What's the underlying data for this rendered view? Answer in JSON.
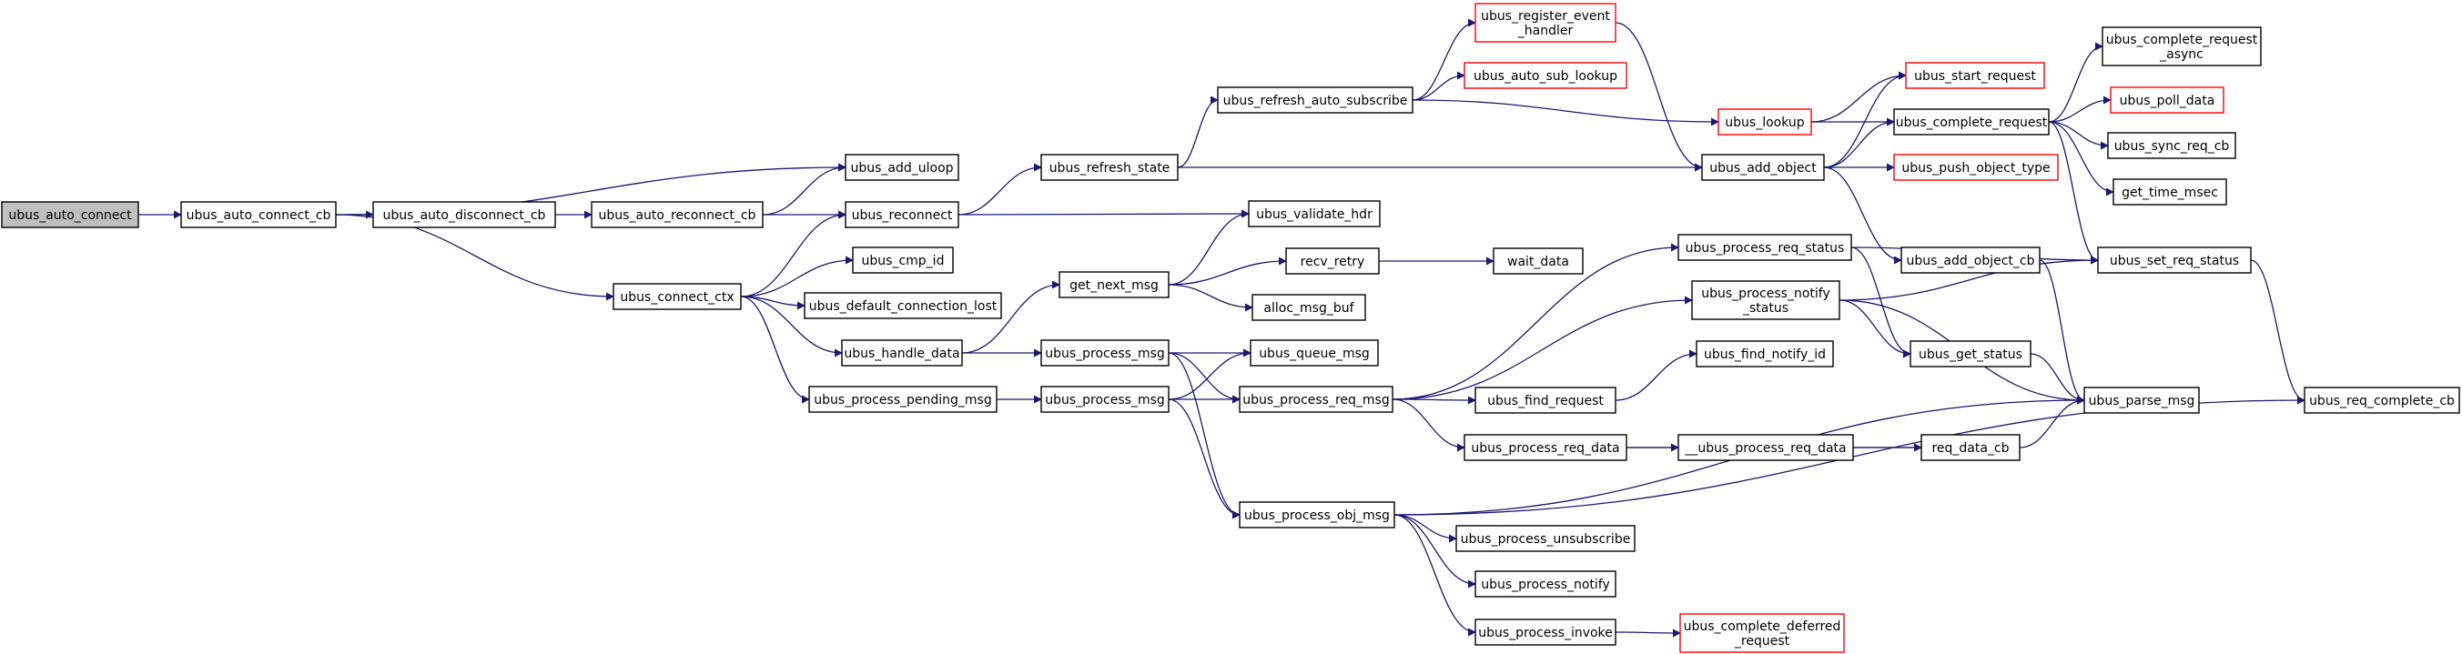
{
  "colors": {
    "edge": "#191970",
    "node_border": "#000000",
    "node_border_truncated": "#ff0000",
    "root_fill": "#bfbfbf",
    "node_fill": "#ffffff"
  },
  "nodes": [
    {
      "id": "n_auto_connect",
      "lines": [
        "ubus_auto_connect"
      ],
      "kind": "root"
    },
    {
      "id": "n_auto_connect_cb",
      "lines": [
        "ubus_auto_connect_cb"
      ],
      "kind": "normal"
    },
    {
      "id": "n_add_uloop",
      "lines": [
        "ubus_add_uloop"
      ],
      "kind": "normal"
    },
    {
      "id": "n_auto_disconnect_cb",
      "lines": [
        "ubus_auto_disconnect_cb"
      ],
      "kind": "normal"
    },
    {
      "id": "n_connect_ctx",
      "lines": [
        "ubus_connect_ctx"
      ],
      "kind": "normal"
    },
    {
      "id": "n_auto_reconnect_cb",
      "lines": [
        "ubus_auto_reconnect_cb"
      ],
      "kind": "normal"
    },
    {
      "id": "n_reconnect",
      "lines": [
        "ubus_reconnect"
      ],
      "kind": "normal"
    },
    {
      "id": "n_refresh_state",
      "lines": [
        "ubus_refresh_state"
      ],
      "kind": "normal"
    },
    {
      "id": "n_validate_hdr",
      "lines": [
        "ubus_validate_hdr"
      ],
      "kind": "normal"
    },
    {
      "id": "n_refresh_auto_subscribe",
      "lines": [
        "ubus_refresh_auto_subscribe"
      ],
      "kind": "normal"
    },
    {
      "id": "n_add_object",
      "lines": [
        "ubus_add_object"
      ],
      "kind": "normal"
    },
    {
      "id": "n_register_event_handler",
      "lines": [
        "ubus_register_event",
        "_handler"
      ],
      "kind": "truncated"
    },
    {
      "id": "n_auto_sub_lookup",
      "lines": [
        "ubus_auto_sub_lookup"
      ],
      "kind": "truncated"
    },
    {
      "id": "n_lookup",
      "lines": [
        "ubus_lookup"
      ],
      "kind": "truncated"
    },
    {
      "id": "n_add_object_cb",
      "lines": [
        "ubus_add_object_cb"
      ],
      "kind": "normal"
    },
    {
      "id": "n_complete_request",
      "lines": [
        "ubus_complete_request"
      ],
      "kind": "normal"
    },
    {
      "id": "n_push_object_type",
      "lines": [
        "ubus_push_object_type"
      ],
      "kind": "truncated"
    },
    {
      "id": "n_start_request",
      "lines": [
        "ubus_start_request"
      ],
      "kind": "truncated"
    },
    {
      "id": "n_get_status",
      "lines": [
        "ubus_get_status"
      ],
      "kind": "normal"
    },
    {
      "id": "n_parse_msg",
      "lines": [
        "ubus_parse_msg"
      ],
      "kind": "normal"
    },
    {
      "id": "n_complete_request_async",
      "lines": [
        "ubus_complete_request",
        "_async"
      ],
      "kind": "normal"
    },
    {
      "id": "n_poll_data",
      "lines": [
        "ubus_poll_data"
      ],
      "kind": "truncated"
    },
    {
      "id": "n_sync_req_cb",
      "lines": [
        "ubus_sync_req_cb"
      ],
      "kind": "normal"
    },
    {
      "id": "n_get_time_msec",
      "lines": [
        "get_time_msec"
      ],
      "kind": "normal"
    },
    {
      "id": "n_set_req_status",
      "lines": [
        "ubus_set_req_status"
      ],
      "kind": "normal"
    },
    {
      "id": "n_req_complete_cb",
      "lines": [
        "ubus_req_complete_cb"
      ],
      "kind": "normal"
    },
    {
      "id": "n_cmp_id",
      "lines": [
        "ubus_cmp_id"
      ],
      "kind": "normal"
    },
    {
      "id": "n_default_connection_lost",
      "lines": [
        "ubus_default_connection_lost"
      ],
      "kind": "normal"
    },
    {
      "id": "n_handle_data",
      "lines": [
        "ubus_handle_data"
      ],
      "kind": "normal"
    },
    {
      "id": "n_process_pending_msg",
      "lines": [
        "ubus_process_pending_msg"
      ],
      "kind": "normal"
    },
    {
      "id": "n_get_next_msg",
      "lines": [
        "get_next_msg"
      ],
      "kind": "normal"
    },
    {
      "id": "n_recv_retry",
      "lines": [
        "recv_retry"
      ],
      "kind": "normal"
    },
    {
      "id": "n_wait_data",
      "lines": [
        "wait_data"
      ],
      "kind": "normal"
    },
    {
      "id": "n_alloc_msg_buf",
      "lines": [
        "alloc_msg_buf"
      ],
      "kind": "normal"
    },
    {
      "id": "n_process_msg_a",
      "lines": [
        "ubus_process_msg"
      ],
      "kind": "normal"
    },
    {
      "id": "n_process_msg_b",
      "lines": [
        "ubus_process_msg"
      ],
      "kind": "normal"
    },
    {
      "id": "n_queue_msg",
      "lines": [
        "ubus_queue_msg"
      ],
      "kind": "normal"
    },
    {
      "id": "n_process_req_msg",
      "lines": [
        "ubus_process_req_msg"
      ],
      "kind": "normal"
    },
    {
      "id": "n_process_obj_msg",
      "lines": [
        "ubus_process_obj_msg"
      ],
      "kind": "normal"
    },
    {
      "id": "n_process_req_status",
      "lines": [
        "ubus_process_req_status"
      ],
      "kind": "normal"
    },
    {
      "id": "n_process_notify_status",
      "lines": [
        "ubus_process_notify",
        "_status"
      ],
      "kind": "normal"
    },
    {
      "id": "n_find_request",
      "lines": [
        "ubus_find_request"
      ],
      "kind": "normal"
    },
    {
      "id": "n_find_notify_id",
      "lines": [
        "ubus_find_notify_id"
      ],
      "kind": "normal"
    },
    {
      "id": "n_process_req_data",
      "lines": [
        "ubus_process_req_data"
      ],
      "kind": "normal"
    },
    {
      "id": "n__process_req_data",
      "lines": [
        "__ubus_process_req_data"
      ],
      "kind": "normal"
    },
    {
      "id": "n_req_data_cb",
      "lines": [
        "req_data_cb"
      ],
      "kind": "normal"
    },
    {
      "id": "n_process_unsubscribe",
      "lines": [
        "ubus_process_unsubscribe"
      ],
      "kind": "normal"
    },
    {
      "id": "n_process_notify",
      "lines": [
        "ubus_process_notify"
      ],
      "kind": "normal"
    },
    {
      "id": "n_process_invoke",
      "lines": [
        "ubus_process_invoke"
      ],
      "kind": "normal"
    },
    {
      "id": "n_complete_deferred_request",
      "lines": [
        "ubus_complete_deferred",
        "_request"
      ],
      "kind": "truncated"
    }
  ],
  "edges": [
    [
      "n_auto_connect",
      "n_auto_connect_cb"
    ],
    [
      "n_auto_connect_cb",
      "n_add_uloop"
    ],
    [
      "n_auto_connect_cb",
      "n_auto_disconnect_cb"
    ],
    [
      "n_auto_connect_cb",
      "n_connect_ctx"
    ],
    [
      "n_auto_disconnect_cb",
      "n_auto_reconnect_cb"
    ],
    [
      "n_auto_reconnect_cb",
      "n_add_uloop"
    ],
    [
      "n_auto_reconnect_cb",
      "n_reconnect"
    ],
    [
      "n_reconnect",
      "n_refresh_state"
    ],
    [
      "n_reconnect",
      "n_validate_hdr"
    ],
    [
      "n_refresh_state",
      "n_refresh_auto_subscribe"
    ],
    [
      "n_refresh_state",
      "n_add_object"
    ],
    [
      "n_refresh_auto_subscribe",
      "n_register_event_handler"
    ],
    [
      "n_refresh_auto_subscribe",
      "n_auto_sub_lookup"
    ],
    [
      "n_refresh_auto_subscribe",
      "n_lookup"
    ],
    [
      "n_register_event_handler",
      "n_add_object"
    ],
    [
      "n_lookup",
      "n_start_request"
    ],
    [
      "n_lookup",
      "n_complete_request"
    ],
    [
      "n_add_object",
      "n_start_request"
    ],
    [
      "n_add_object",
      "n_complete_request"
    ],
    [
      "n_add_object",
      "n_push_object_type"
    ],
    [
      "n_add_object",
      "n_add_object_cb"
    ],
    [
      "n_add_object_cb",
      "n_parse_msg"
    ],
    [
      "n_complete_request",
      "n_complete_request_async"
    ],
    [
      "n_complete_request",
      "n_poll_data"
    ],
    [
      "n_complete_request",
      "n_sync_req_cb"
    ],
    [
      "n_complete_request",
      "n_get_time_msec"
    ],
    [
      "n_complete_request",
      "n_set_req_status"
    ],
    [
      "n_set_req_status",
      "n_req_complete_cb"
    ],
    [
      "n_connect_ctx",
      "n_reconnect"
    ],
    [
      "n_connect_ctx",
      "n_cmp_id"
    ],
    [
      "n_connect_ctx",
      "n_default_connection_lost"
    ],
    [
      "n_connect_ctx",
      "n_handle_data"
    ],
    [
      "n_connect_ctx",
      "n_process_pending_msg"
    ],
    [
      "n_handle_data",
      "n_get_next_msg"
    ],
    [
      "n_handle_data",
      "n_process_msg_a"
    ],
    [
      "n_get_next_msg",
      "n_validate_hdr"
    ],
    [
      "n_get_next_msg",
      "n_recv_retry"
    ],
    [
      "n_get_next_msg",
      "n_alloc_msg_buf"
    ],
    [
      "n_recv_retry",
      "n_wait_data"
    ],
    [
      "n_process_pending_msg",
      "n_process_msg_b"
    ],
    [
      "n_process_msg_a",
      "n_queue_msg"
    ],
    [
      "n_process_msg_a",
      "n_process_req_msg"
    ],
    [
      "n_process_msg_a",
      "n_process_obj_msg"
    ],
    [
      "n_process_msg_b",
      "n_queue_msg"
    ],
    [
      "n_process_msg_b",
      "n_process_req_msg"
    ],
    [
      "n_process_msg_b",
      "n_process_obj_msg"
    ],
    [
      "n_process_req_msg",
      "n_process_req_status"
    ],
    [
      "n_process_req_msg",
      "n_process_notify_status"
    ],
    [
      "n_process_req_msg",
      "n_find_request"
    ],
    [
      "n_process_req_msg",
      "n_process_req_data"
    ],
    [
      "n_process_req_status",
      "n_set_req_status"
    ],
    [
      "n_process_req_status",
      "n_get_status"
    ],
    [
      "n_process_notify_status",
      "n_set_req_status"
    ],
    [
      "n_process_notify_status",
      "n_get_status"
    ],
    [
      "n_process_notify_status",
      "n_parse_msg"
    ],
    [
      "n_get_status",
      "n_parse_msg"
    ],
    [
      "n_find_request",
      "n_find_notify_id"
    ],
    [
      "n_process_req_data",
      "n__process_req_data"
    ],
    [
      "n_process_req_data",
      "n_req_data_cb"
    ],
    [
      "n__process_req_data",
      "n_req_data_cb"
    ],
    [
      "n_req_data_cb",
      "n_parse_msg"
    ],
    [
      "n_process_obj_msg",
      "n_parse_msg"
    ],
    [
      "n_process_obj_msg",
      "n_req_complete_cb"
    ],
    [
      "n_process_obj_msg",
      "n_process_unsubscribe"
    ],
    [
      "n_process_obj_msg",
      "n_process_notify"
    ],
    [
      "n_process_obj_msg",
      "n_process_invoke"
    ],
    [
      "n_process_invoke",
      "n_complete_deferred_request"
    ]
  ]
}
